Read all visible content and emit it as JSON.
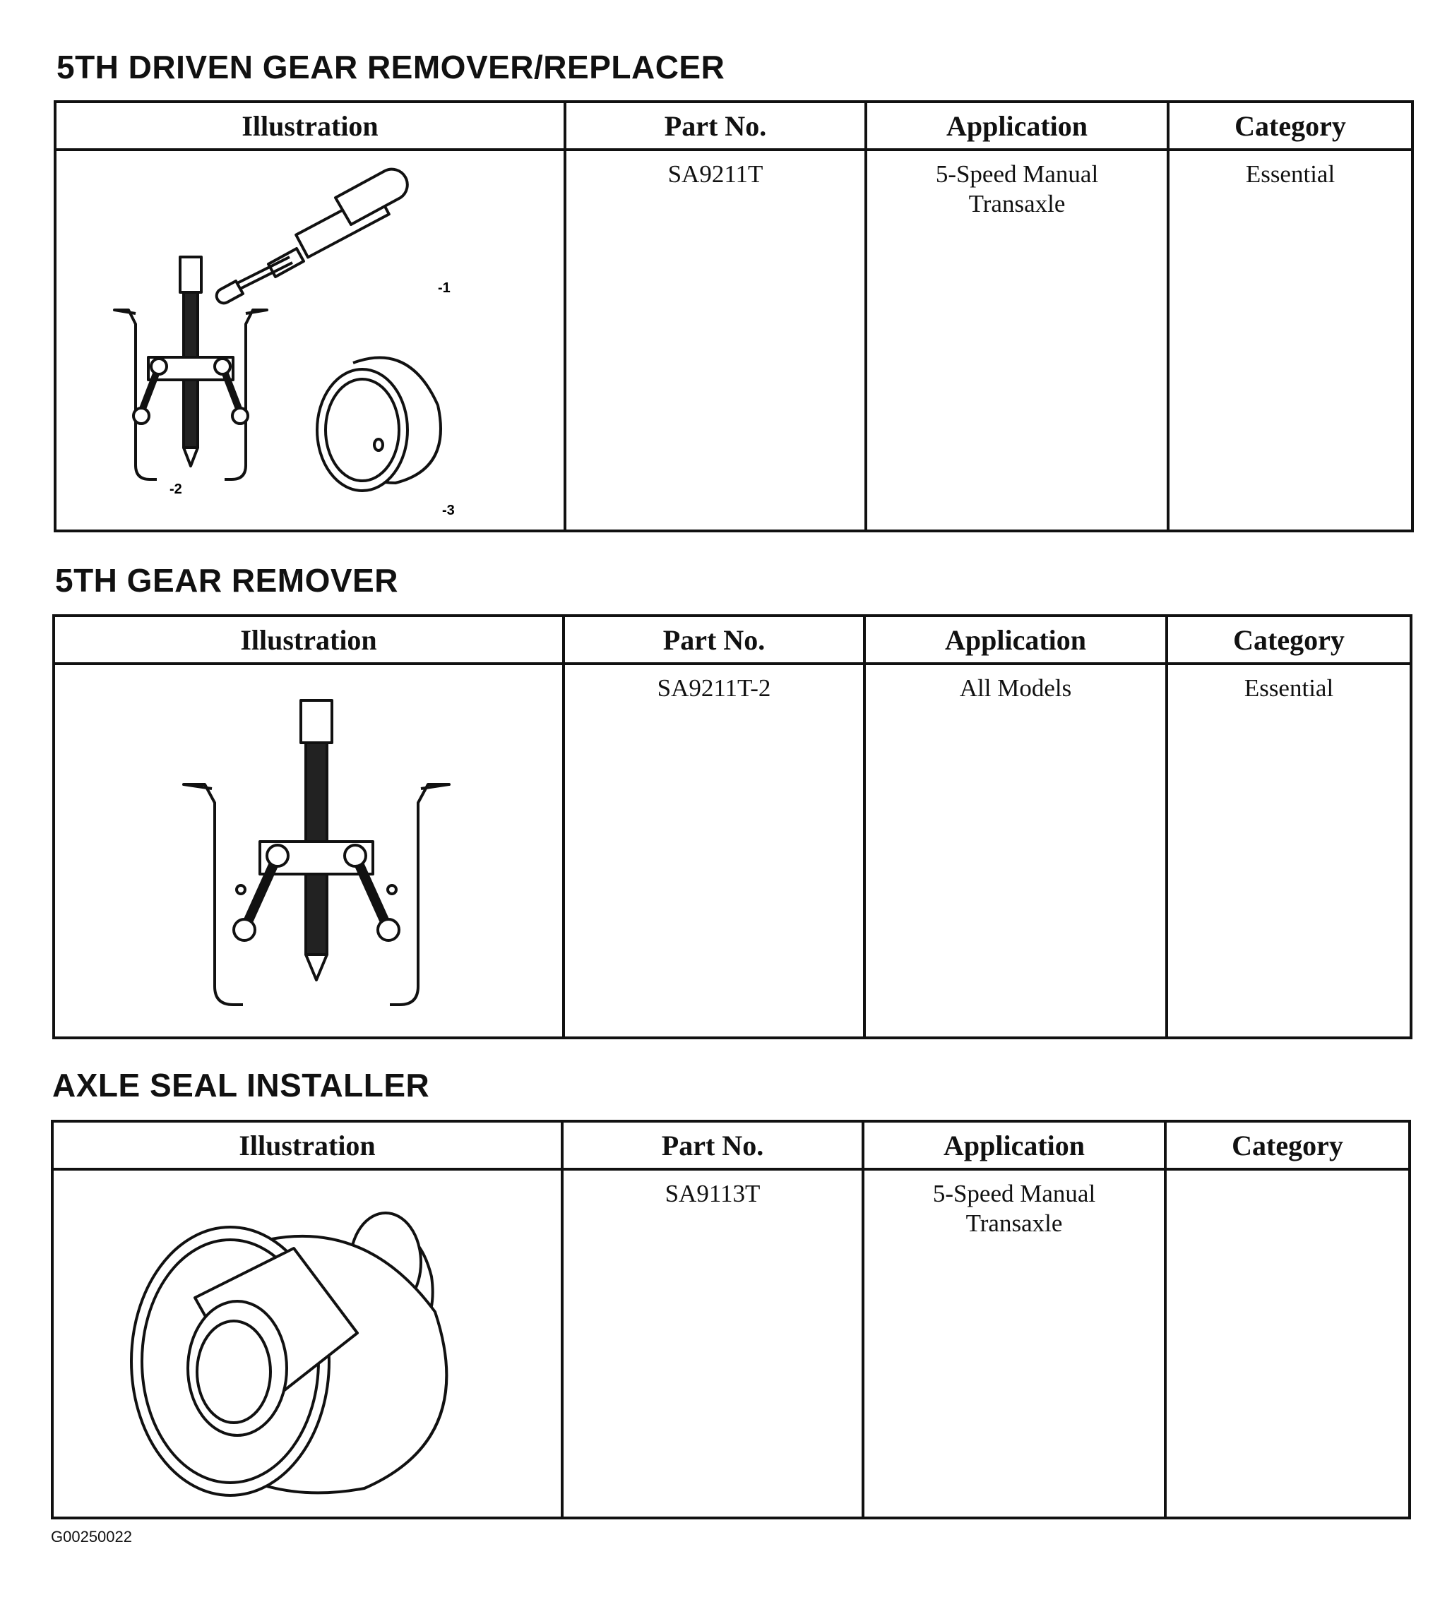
{
  "headers": {
    "illustration": "Illustration",
    "part_no": "Part No.",
    "application": "Application",
    "category": "Category"
  },
  "sections": [
    {
      "title": "5TH DRIVEN GEAR REMOVER/REPLACER",
      "part_no": "SA9211T",
      "application": "5-Speed Manual Transaxle",
      "category": "Essential",
      "callouts": [
        "-1",
        "-2",
        "-3"
      ]
    },
    {
      "title": "5TH GEAR REMOVER",
      "part_no": "SA9211T-2",
      "application": "All Models",
      "category": "Essential"
    },
    {
      "title": "AXLE SEAL INSTALLER",
      "part_no": "SA9113T",
      "application": "5-Speed Manual Transaxle",
      "category": ""
    }
  ],
  "footer_code": "G00250022"
}
